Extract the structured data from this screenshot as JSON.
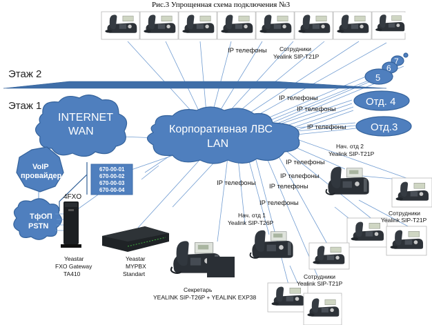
{
  "title": "Рис.3 Упрощенная схема подключения №3",
  "floors": {
    "floor2": "Этаж 2",
    "floor1": "Этаж 1"
  },
  "clouds": {
    "internet": {
      "line1": "INTERNET",
      "line2": "WAN"
    },
    "lan": {
      "line1": "Корпоративная ЛВС",
      "line2": "LAN"
    },
    "voip": {
      "line1": "VoIP",
      "line2": "провайдер"
    },
    "pstn": {
      "line1": "ТфОП",
      "line2": "PSTN"
    }
  },
  "departments": {
    "otd4": "Отд. 4",
    "otd3": "Отд.3",
    "n5": "5",
    "n6": "6",
    "n7": "7"
  },
  "phone_numbers": [
    "670-00-01",
    "670-00-02",
    "670-00-03",
    "670-00-04"
  ],
  "fxo_label": "4FXO",
  "devices": {
    "gateway": {
      "line1": "Yeastar",
      "line2": "FXO Gateway",
      "line3": "TA410"
    },
    "pbx": {
      "line1": "Yeastar",
      "line2": "MYPBX",
      "line3": "Standart"
    },
    "secretary": {
      "line1": "Секретарь",
      "line2": "YEALINK SIP-T26P + YEALINK  EXP38"
    },
    "head1": {
      "line1": "Нач. отд 1",
      "line2": "Yealink SIP-T26P"
    },
    "head2": {
      "line1": "Нач. отд 2",
      "line2": "Yealink SIP-T21P"
    },
    "staff_top": {
      "line1": "Сотрудники",
      "line2": "Yealink SIP-T21P"
    },
    "staff_right": {
      "line1": "Сотрудники",
      "line2": "Yealink SIP-T21P"
    },
    "staff_bottom": {
      "line1": "Сотрудники",
      "line2": "Yealink SIP-T21P"
    }
  },
  "ip_phones_label": "IP телефоны",
  "colors": {
    "shape_blue": "#4f7fbe",
    "shape_border": "#34629b",
    "link_line": "#6f9bd1"
  }
}
